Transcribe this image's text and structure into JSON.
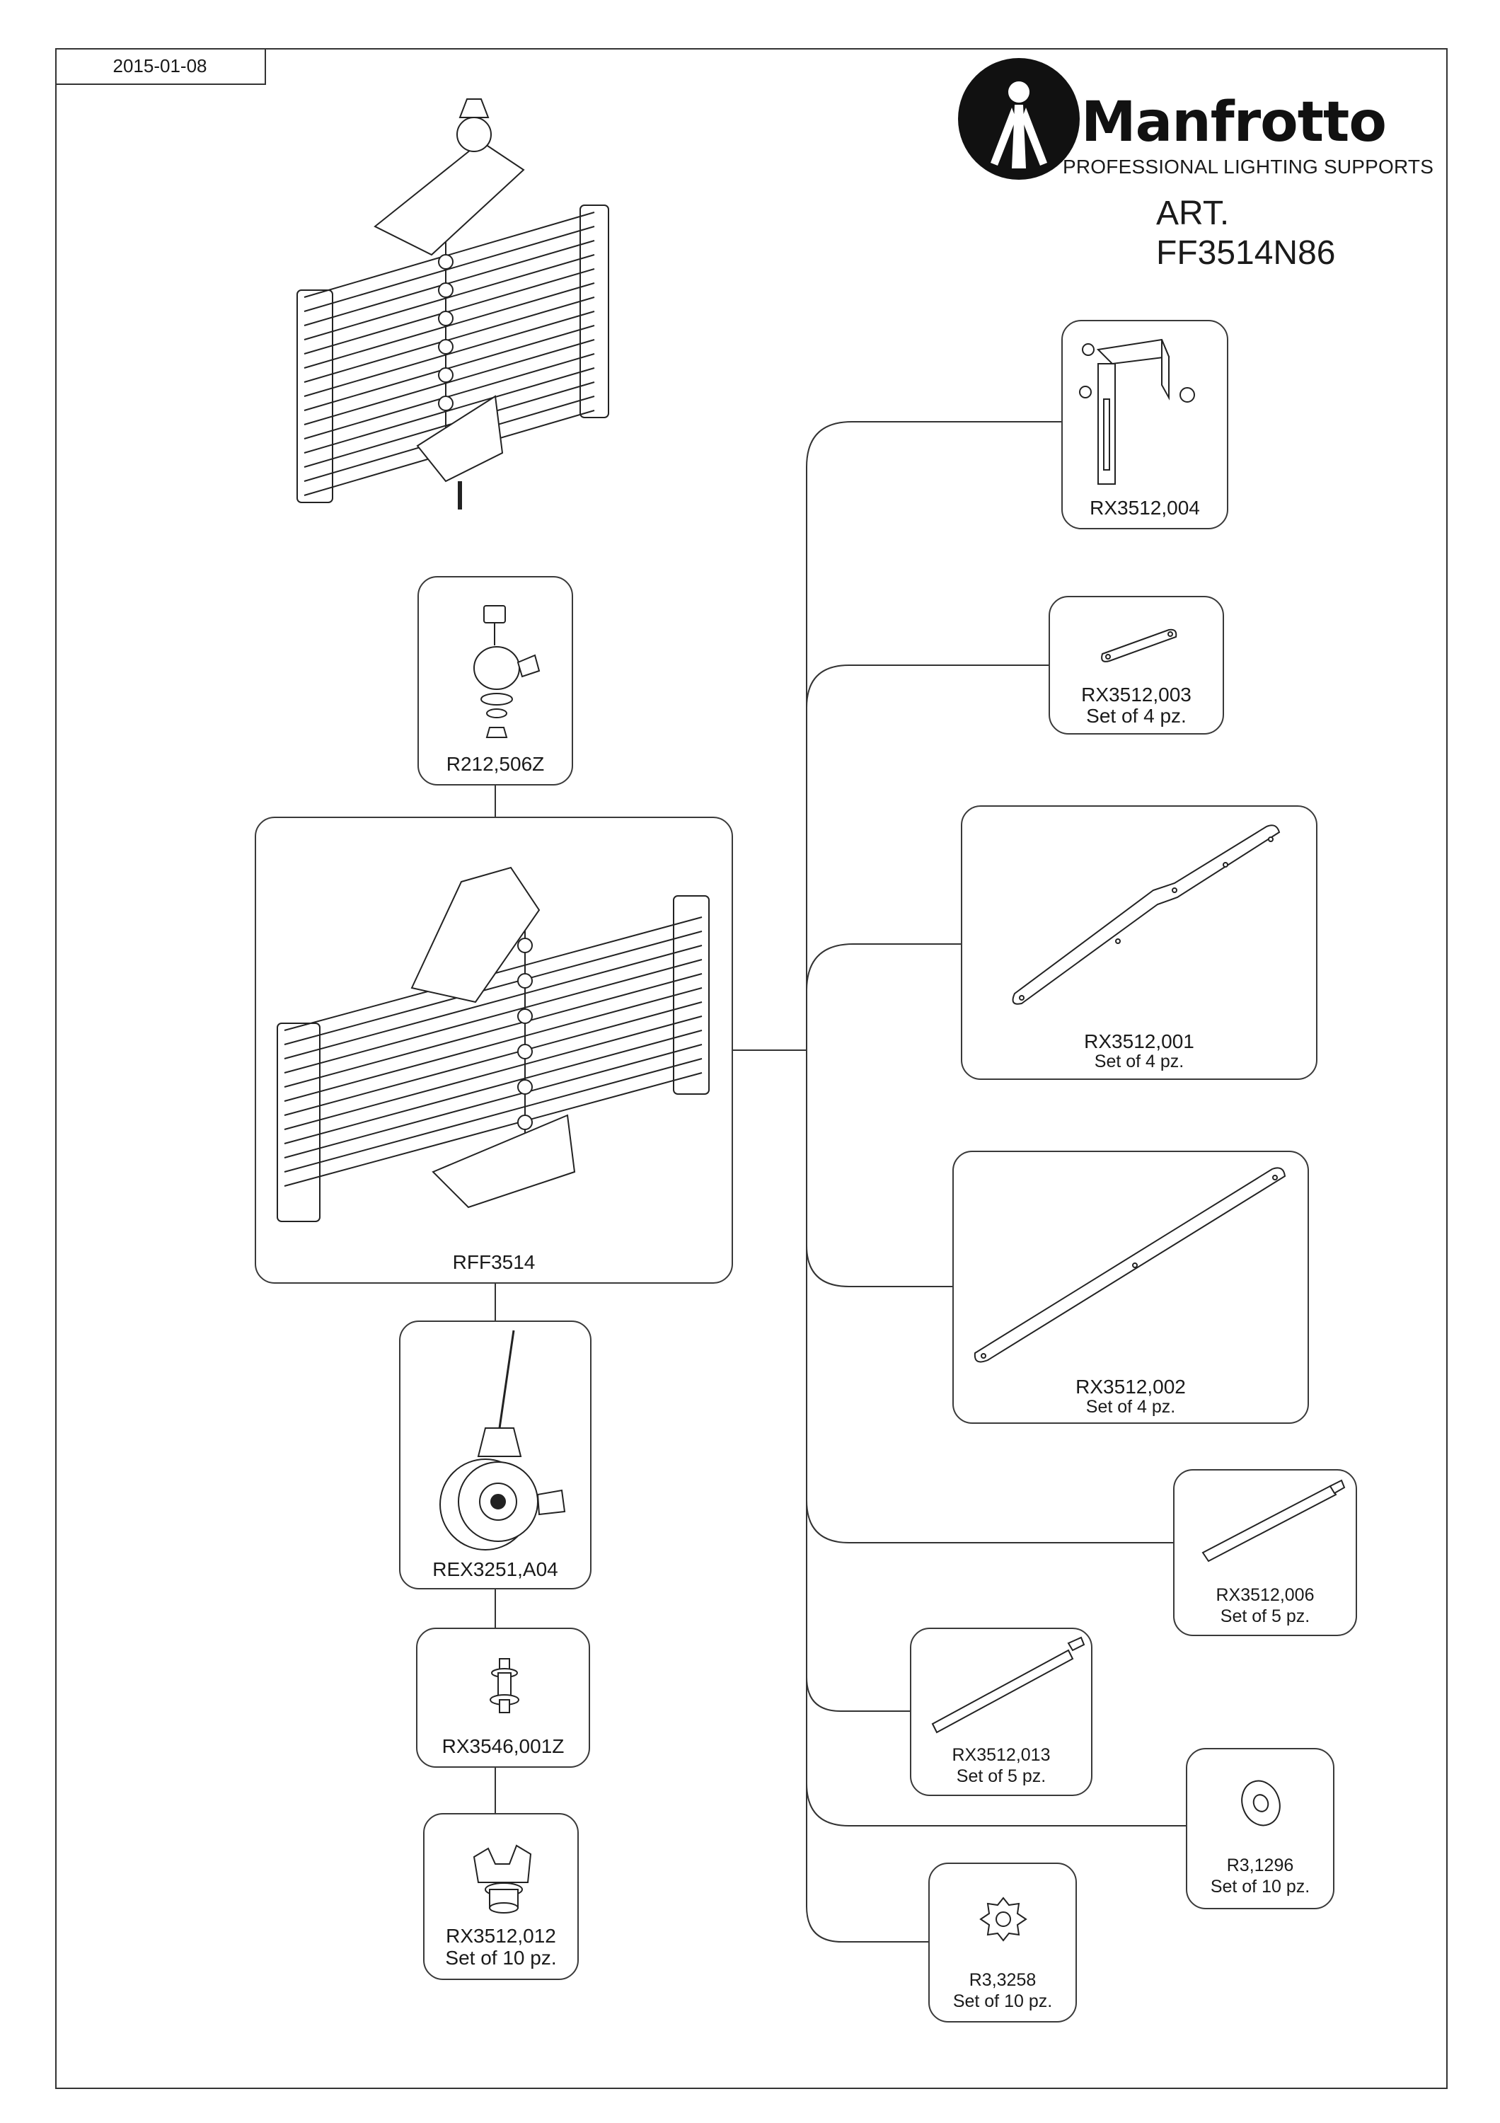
{
  "document": {
    "date": "2015-01-08",
    "brand": "Manfrotto",
    "tagline": "PROFESSIONAL LIGHTING SUPPORTS",
    "article_line1": "ART.",
    "article_line2": "FF3514N86"
  },
  "left_column": [
    {
      "code": "R212,506Z"
    },
    {
      "code": "RFF3514"
    },
    {
      "code": "REX3251,A04"
    },
    {
      "code": "RX3546,001Z"
    },
    {
      "code": "RX3512,012",
      "qty": "Set of  10 pz."
    }
  ],
  "right_column": [
    {
      "code": "RX3512,004"
    },
    {
      "code": "RX3512,003",
      "qty": "Set of  4 pz."
    },
    {
      "code": "RX3512,001",
      "qty": "Set of  4 pz."
    },
    {
      "code": "RX3512,002",
      "qty": "Set of  4 pz."
    },
    {
      "code": "RX3512,006",
      "qty": "Set of  5 pz."
    },
    {
      "code": "RX3512,013",
      "qty": "Set of  5 pz."
    },
    {
      "code": "R3,1296",
      "qty": "Set of  10 pz."
    },
    {
      "code": "R3,3258",
      "qty": "Set of  10 pz."
    }
  ],
  "colors": {
    "line": "#333333",
    "text": "#1a1a1a",
    "background": "#ffffff"
  },
  "icons": [
    "manfrotto-logo-icon",
    "scissor-clamp-icon",
    "baby-spigot-icon",
    "bracket-icon",
    "link-plate-icon",
    "bent-arm-icon",
    "straight-arm-icon",
    "rod-icon",
    "washer-icon",
    "lock-washer-icon",
    "cable-reel-icon",
    "pin-icon",
    "clip-icon"
  ]
}
